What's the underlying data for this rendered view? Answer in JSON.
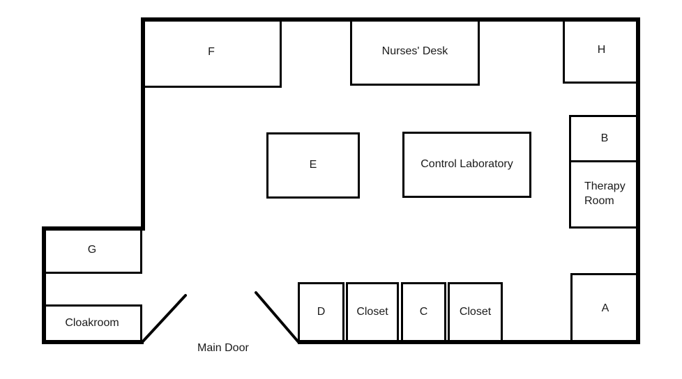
{
  "floor_plan": {
    "door_label": "Main Door",
    "rooms": [
      {
        "name": "room-f",
        "label": "F"
      },
      {
        "name": "room-nurses-desk",
        "label": "Nurses' Desk"
      },
      {
        "name": "room-h",
        "label": "H"
      },
      {
        "name": "room-e",
        "label": "E"
      },
      {
        "name": "room-control-laboratory",
        "label": "Control Laboratory"
      },
      {
        "name": "room-b",
        "label": "B"
      },
      {
        "name": "room-therapy-room",
        "label": "Therapy Room"
      },
      {
        "name": "room-g",
        "label": "G"
      },
      {
        "name": "room-cloakroom",
        "label": "Cloakroom"
      },
      {
        "name": "room-d",
        "label": "D"
      },
      {
        "name": "closet-1",
        "label": "Closet"
      },
      {
        "name": "room-c",
        "label": "C"
      },
      {
        "name": "closet-2",
        "label": "Closet"
      },
      {
        "name": "room-a",
        "label": "A"
      }
    ],
    "colors": {
      "wall": "#000000",
      "room_border": "#000000",
      "text": "#1a1a1a",
      "background": "#ffffff"
    }
  }
}
